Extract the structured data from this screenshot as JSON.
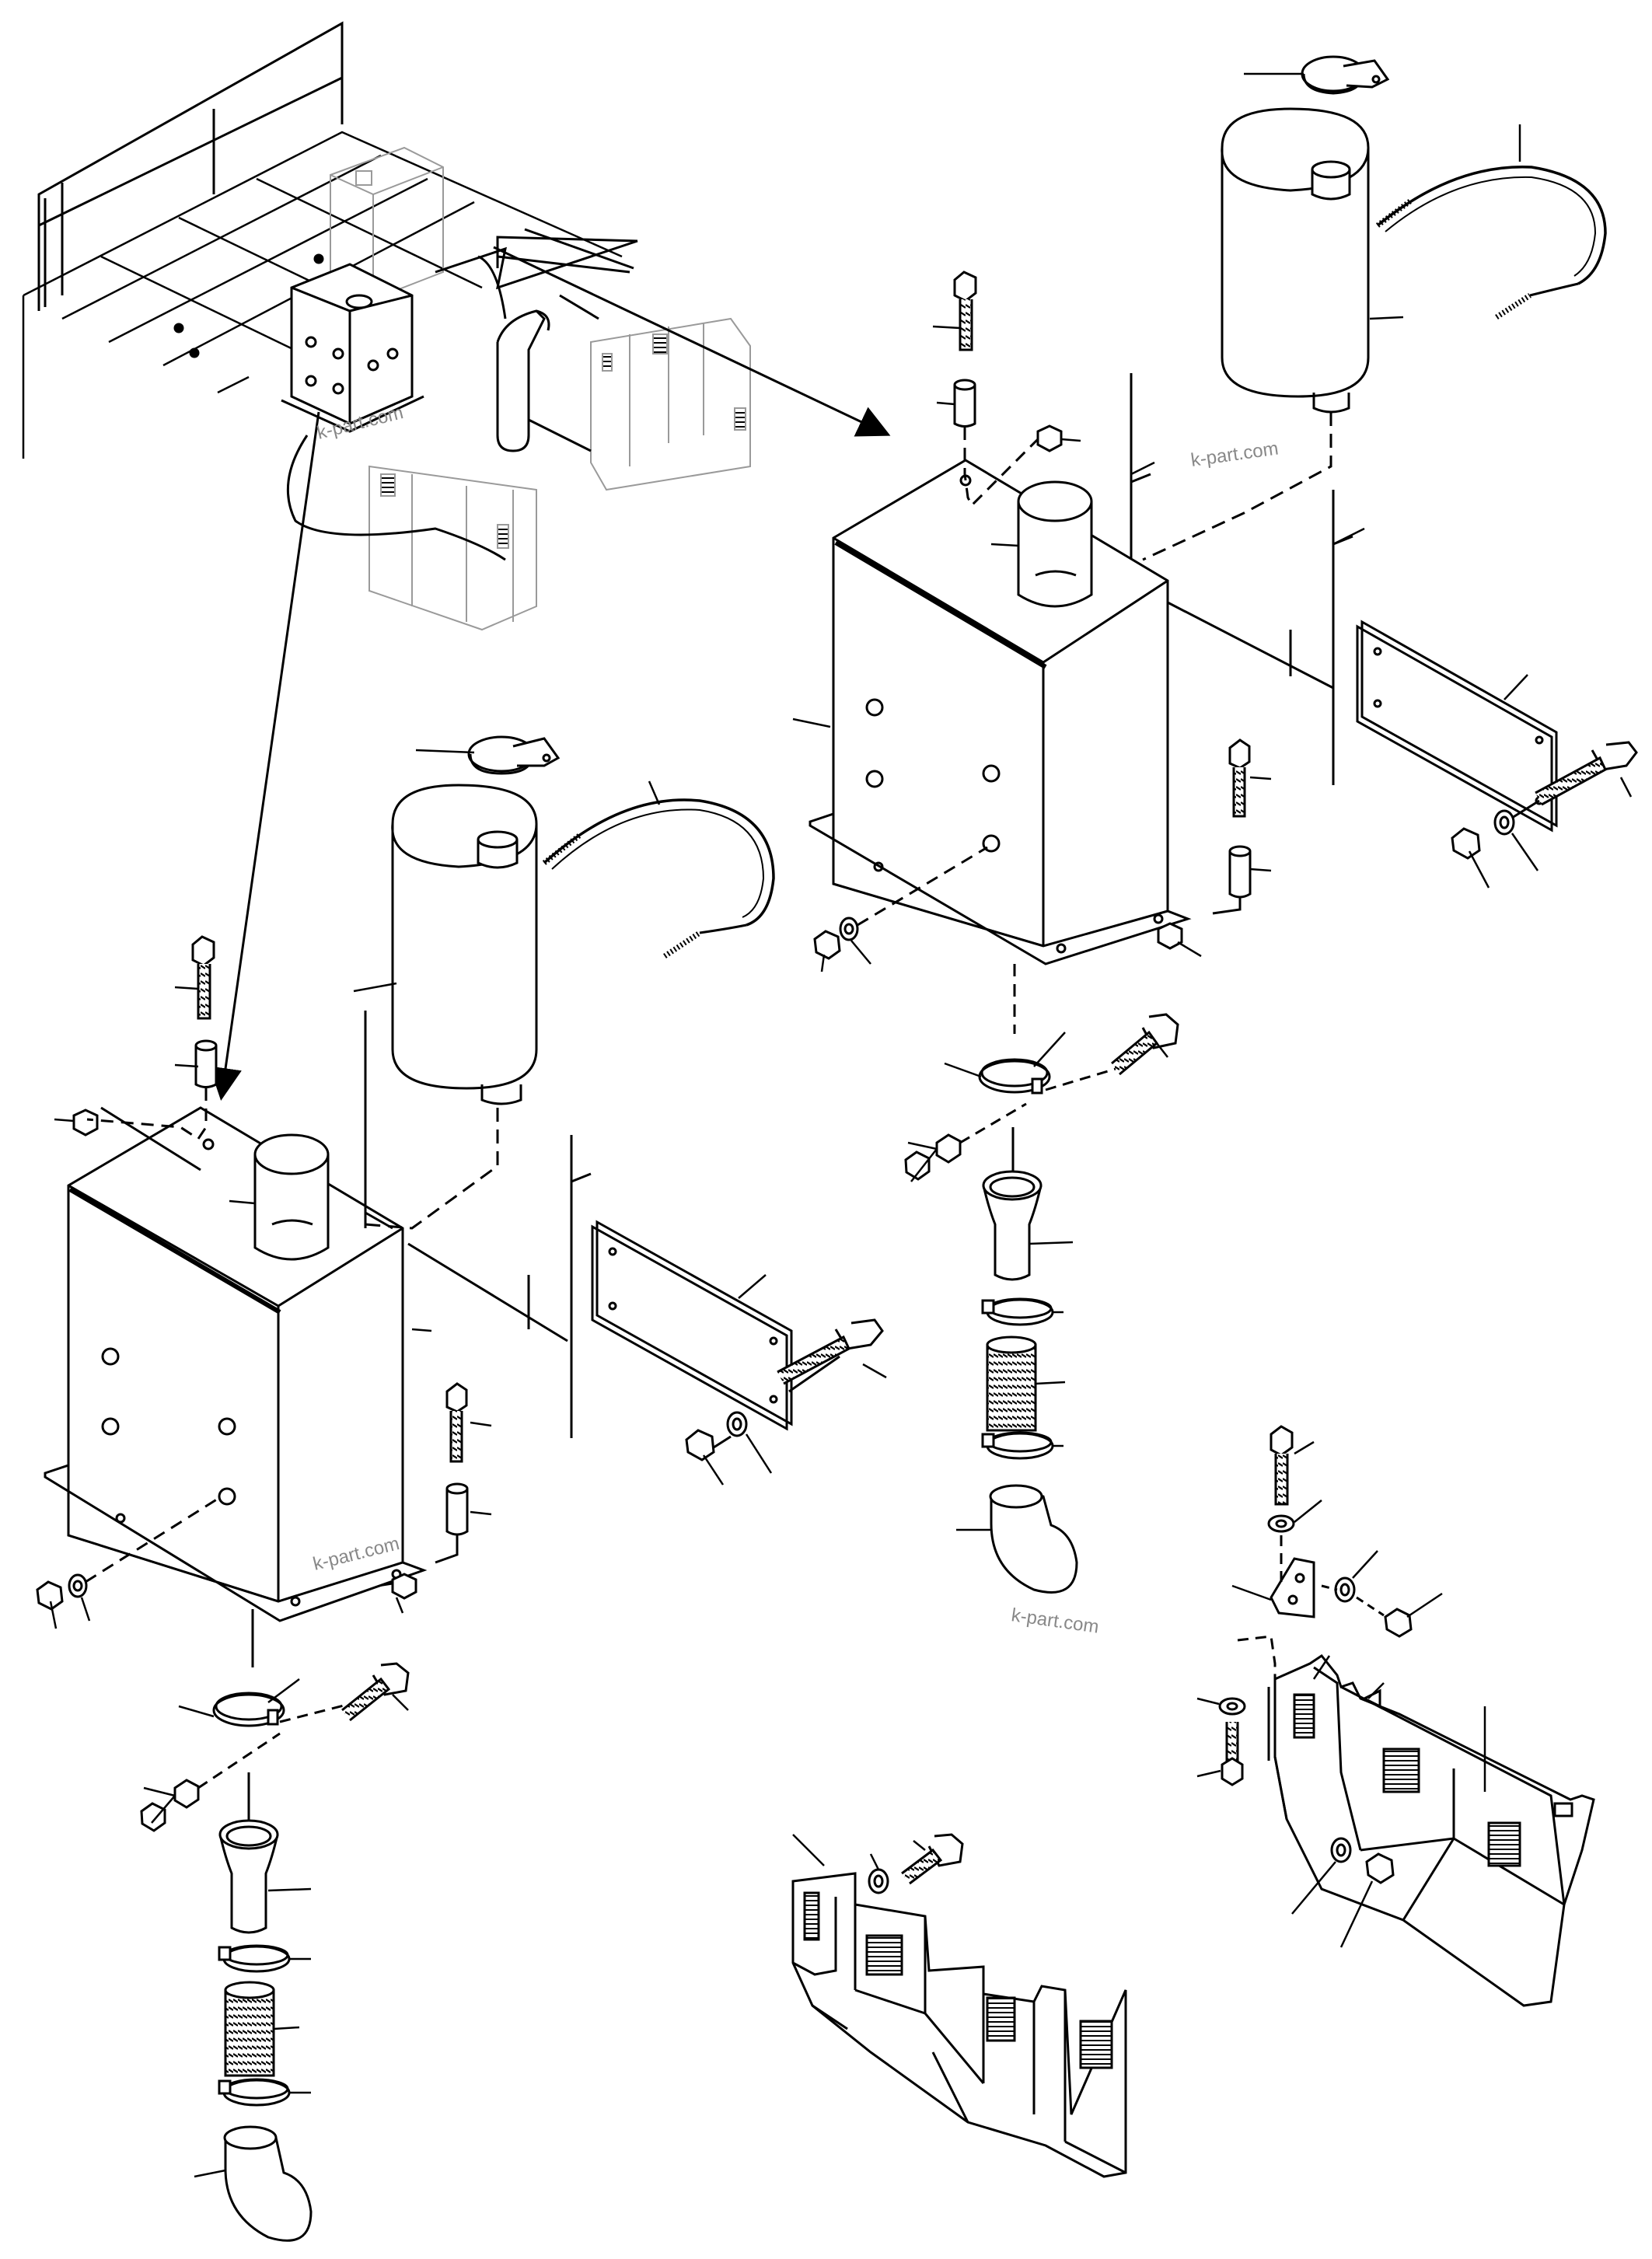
{
  "diagram": {
    "watermarks": [
      "k-part.com",
      "k-part.com",
      "k-part.com",
      "k-part.com"
    ],
    "colors": {
      "ink": "#000000",
      "ghost": "#9a9a9a",
      "watermark": "#888888",
      "background": "#ffffff"
    }
  }
}
